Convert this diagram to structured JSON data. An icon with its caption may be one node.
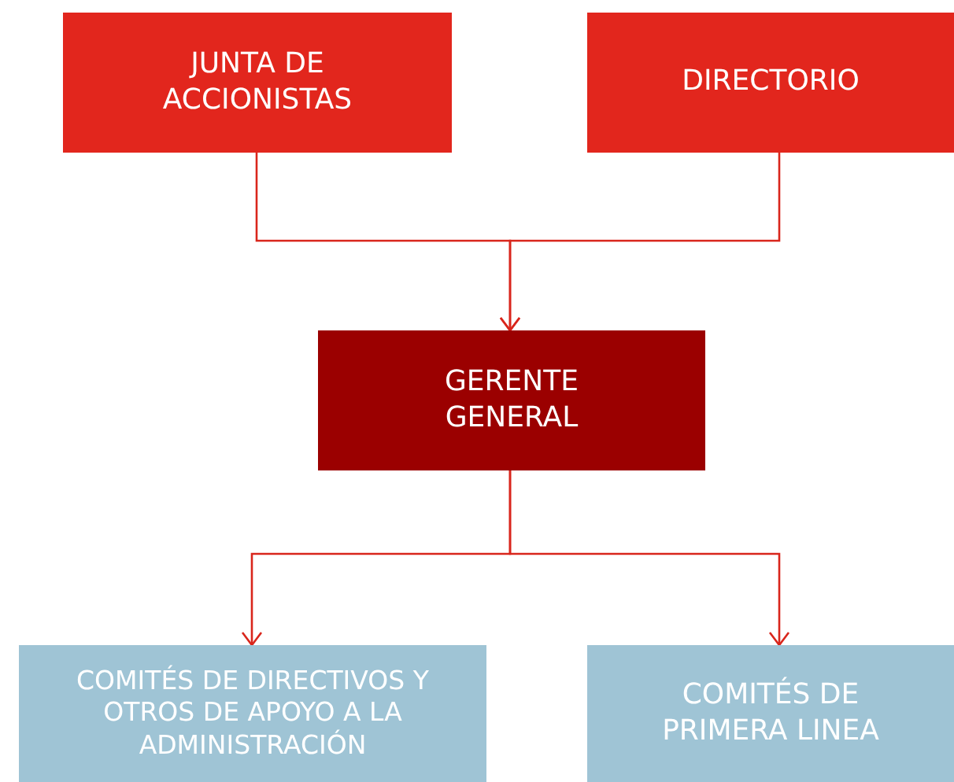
{
  "diagram": {
    "nodes": [
      {
        "text": [
          "JUNTA DE ACCIONISTAS"
        ]
      },
      {
        "text": [
          "DIRECTORIO"
        ]
      },
      {
        "text": [
          "GERENTE GENERAL"
        ]
      },
      {
        "text": [
          "COMITÉS DE DIRECTIVOS Y OTROS DE APOYO A LA ADMINISTRACIÓN"
        ]
      },
      {
        "text": [
          "COMITÉS DE PRIMERA LINEA"
        ]
      }
    ],
    "edges": [
      {
        "from": 0,
        "to": 2,
        "arrow": "to"
      },
      {
        "from": 1,
        "to": 2,
        "arrow": "to"
      },
      {
        "from": 2,
        "to": 3,
        "arrow": "to"
      },
      {
        "from": 2,
        "to": 4,
        "arrow": "to"
      }
    ]
  }
}
